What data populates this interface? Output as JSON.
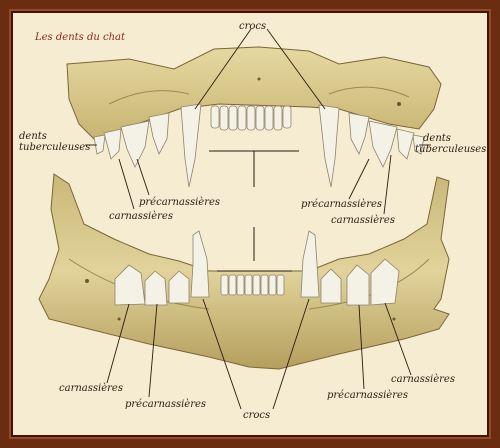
{
  "title": "Les dents du chat",
  "labels": {
    "crocs_top": "crocs",
    "crocs_bottom": "crocs",
    "dents_tub_left": [
      "dents",
      "tuberculeuses"
    ],
    "dents_tub_right": [
      "dents",
      "tuberculeuses"
    ],
    "precarn_upper_left": "précarnassières",
    "precarn_upper_right": "précarnassières",
    "carn_upper_left": "carnassières",
    "carn_upper_right": "carnassières",
    "carn_lower_left": "carnassières",
    "carn_lower_right": "carnassières",
    "precarn_lower_left": "précarnassières",
    "precarn_lower_right": "précarnassières"
  },
  "colors": {
    "frame": "#6b2d12",
    "background": "#f6ecd2",
    "bone": "#d8c98a",
    "bone_shadow": "#a8955a",
    "tooth": "#f4f1e6",
    "title": "#8a2a14"
  }
}
